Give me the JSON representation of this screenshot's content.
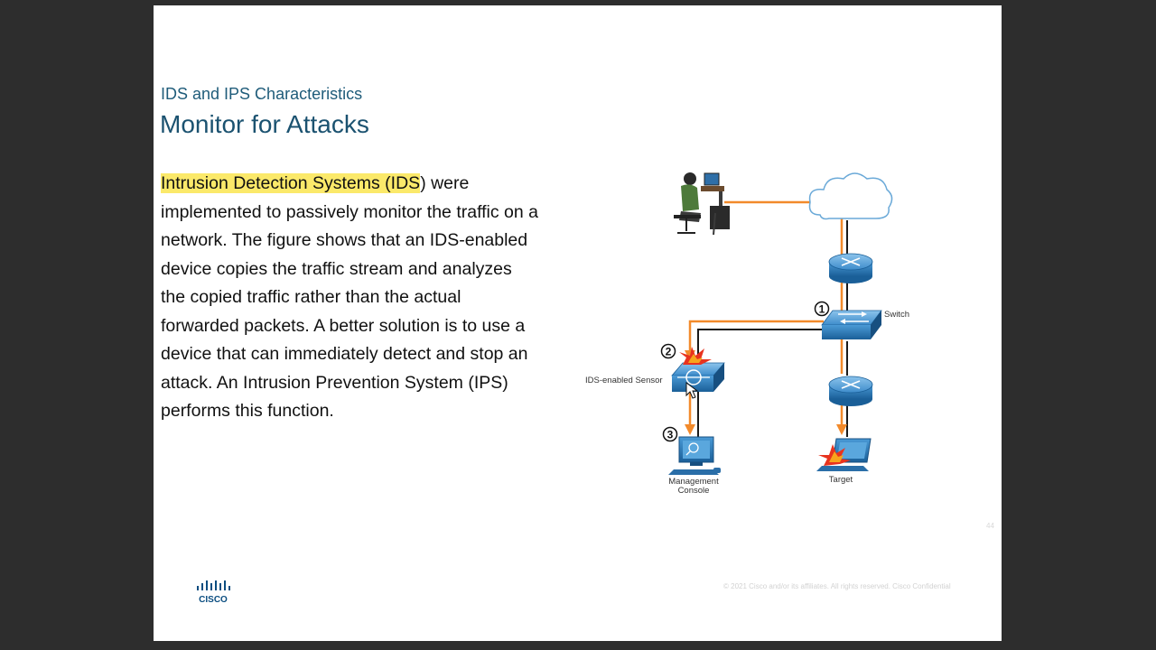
{
  "slide": {
    "subtitle": "IDS and IPS Characteristics",
    "title": "Monitor for Attacks",
    "body": {
      "highlight": "Intrusion Detection Systems (IDS",
      "after_highlight": ") were implemented to passively monitor the traffic on a network. The figure shows that an IDS-enabled device copies the traffic stream and analyzes the copied traffic rather than the actual forwarded packets. A better solution is to use a device that can immediately detect and stop an attack. An Intrusion Prevention System (IPS) performs this function."
    },
    "diagram": {
      "labels": {
        "switch": "Switch",
        "sensor": "IDS-enabled Sensor",
        "console_line1": "Management",
        "console_line2": "Console",
        "target": "Target"
      },
      "steps": [
        "1",
        "2",
        "3"
      ],
      "colors": {
        "copy_path": "#f28a2b",
        "forward_path": "#1a1a1a",
        "device_blue": "#1f74b8",
        "attack_red": "#e8331e"
      }
    },
    "footer": {
      "logo_text": "CISCO",
      "copyright": "© 2021 Cisco and/or its affiliates. All rights reserved.   Cisco Confidential",
      "page_number": "44"
    }
  }
}
